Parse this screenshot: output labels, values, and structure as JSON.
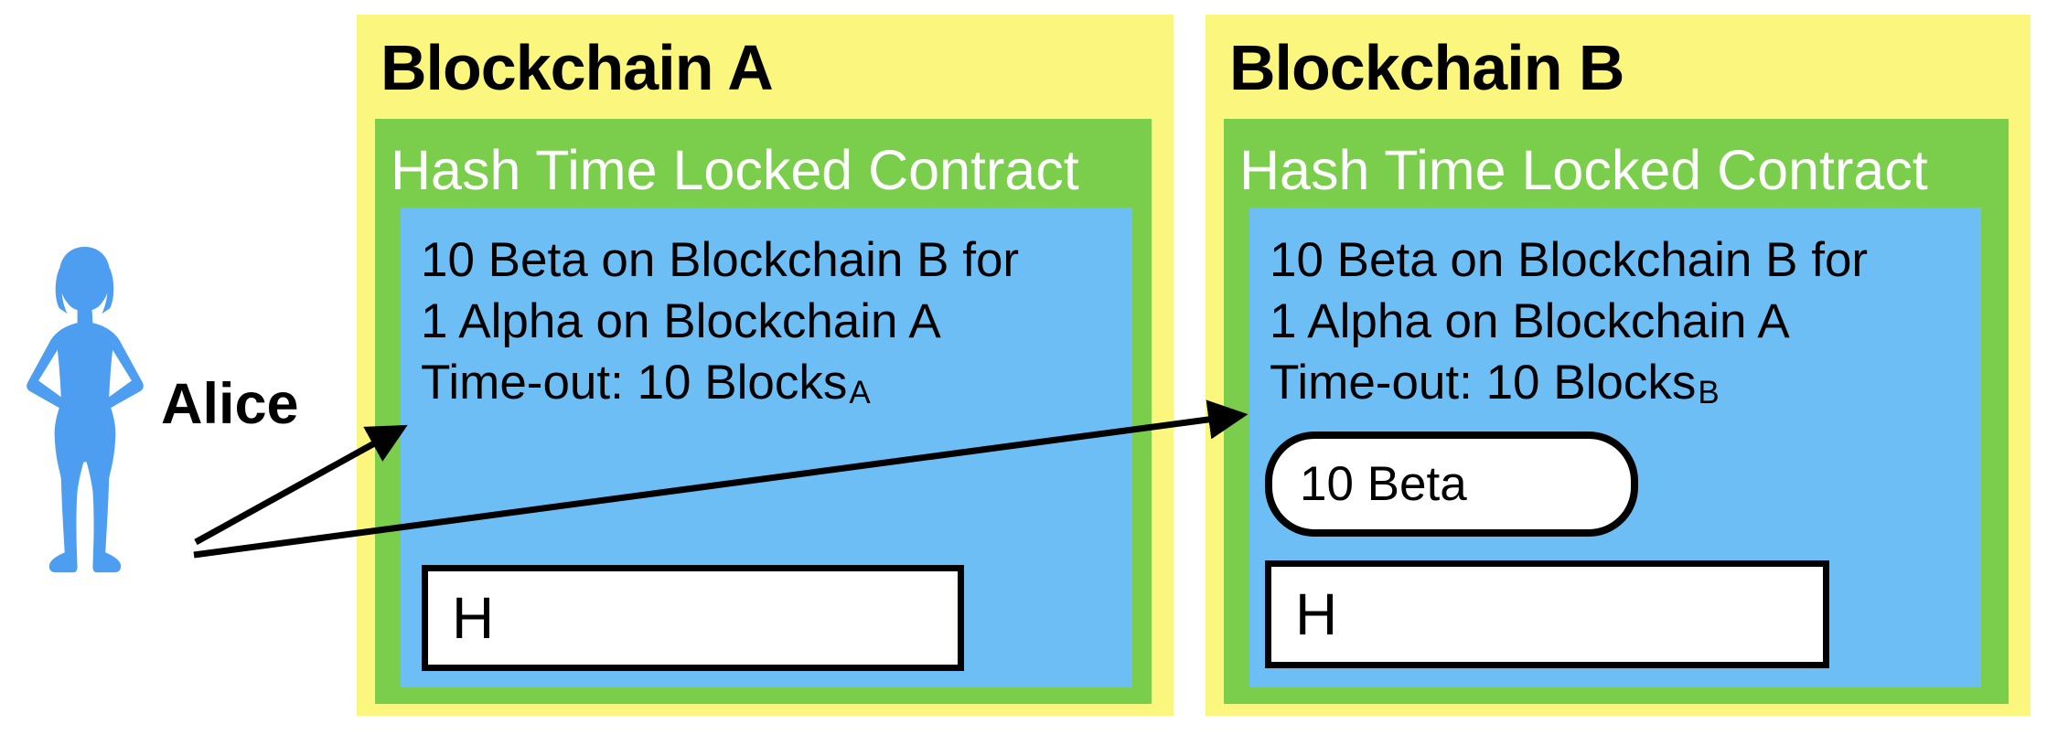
{
  "colors": {
    "chain_bg": "#FBF77E",
    "htlc_bg": "#7BCE4B",
    "contract_bg": "#6DBEF5",
    "figure_blue": "#4D9EF0",
    "arrow": "#000000"
  },
  "alice": {
    "label": "Alice"
  },
  "chains": [
    {
      "title": "Blockchain A",
      "htlc_label": "Hash Time Locked Contract",
      "contract": {
        "line1": "10 Beta on Blockchain B for",
        "line2": "1 Alpha on Blockchain A",
        "timeout_text": "Time-out: 10 Blocks",
        "timeout_subscript": "A",
        "hash_label": "H"
      }
    },
    {
      "title": "Blockchain B",
      "htlc_label": "Hash Time Locked Contract",
      "contract": {
        "line1": "10 Beta on Blockchain B for",
        "line2": "1 Alpha on Blockchain A",
        "timeout_text": "Time-out: 10 Blocks",
        "timeout_subscript": "B",
        "deposit_label": "10 Beta",
        "hash_label": "H"
      }
    }
  ]
}
